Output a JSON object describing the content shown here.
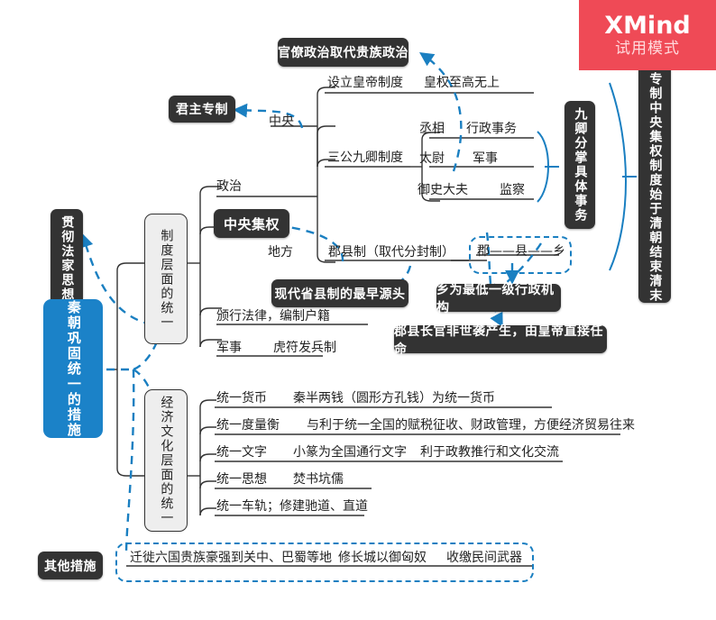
{
  "watermark": {
    "brand": "XMind",
    "mode": "试用模式"
  },
  "root": {
    "label": "秦朝巩固统一的措施",
    "color": "#1b82c8"
  },
  "branches": {
    "system_level": {
      "label": "制度层面的统一",
      "children": {
        "politics": "政治",
        "central_power": "中央集权",
        "center": "中央",
        "emperor_system": "设立皇帝制度",
        "supreme_power": "皇权至高无上",
        "three_nine_system": "三公九卿制度",
        "chancellor": "丞相",
        "chancellor_duty": "行政事务",
        "marshal": "太尉",
        "marshal_duty": "军事",
        "censor": "御史大夫",
        "censor_duty": "监察",
        "local": "地方",
        "county_system": "郡县制（取代分封制）",
        "hierarchy": "郡——县——乡",
        "law": "颁行法律，编制户籍",
        "military": "军事",
        "tiger_tally": "虎符发兵制"
      }
    },
    "econ_culture_level": {
      "label": "经济文化层面的统一",
      "rows": [
        {
          "topic": "统一货币",
          "detail": "秦半两钱（圆形方孔钱）为统一货币",
          "extra": ""
        },
        {
          "topic": "统一度量衡",
          "detail": "与利于统一全国的赋税征收、财政管理，方便经济贸易往来",
          "extra": ""
        },
        {
          "topic": "统一文字",
          "detail": "小篆为全国通行文字",
          "extra": "利于政教推行和文化交流"
        },
        {
          "topic": "统一思想",
          "detail": "焚书坑儒",
          "extra": ""
        },
        {
          "topic": "统一车轨；修建驰道、直道",
          "detail": "",
          "extra": ""
        }
      ]
    },
    "other_measures": {
      "label": "其他措施",
      "items": [
        "迁徙六国贵族豪强到关中、巴蜀等地",
        "修长城以御匈奴",
        "收缴民间武器"
      ]
    }
  },
  "callouts": {
    "bureaucracy": "官僚政治取代贵族政治",
    "monarchy": "君主专制",
    "legalism": "贯彻法家思想",
    "nine_ministers": "九卿分掌具体事务",
    "autocracy_timeline": "主专制中央集权制度始于清朝结束清末",
    "modern_province": "现代省县制的最早源头",
    "township_lowest": "乡为最低一级行政机构",
    "appointed_by_emperor": "郡县长官非世袭产生，由皇帝直接任命"
  },
  "theme": {
    "accent": "#1a7fc1",
    "dark_node": "#333333",
    "gray_node": "#eeeeee",
    "line": "#333333"
  }
}
